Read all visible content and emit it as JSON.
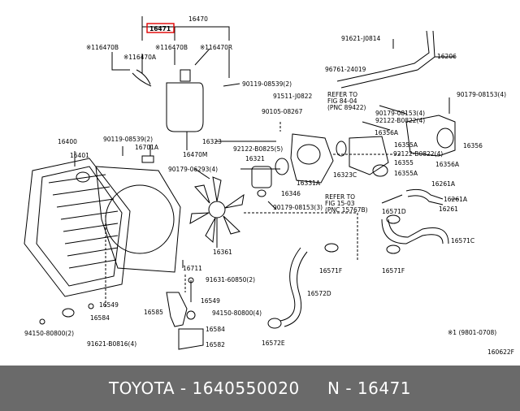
{
  "labels": {
    "p16470": "16470",
    "p16471": "16471",
    "p16470b": "※116470B",
    "p16470a_top": "※116470A",
    "p16470b_2": "※116470B",
    "p16470r": "※116470R",
    "p90119_08539_a": "90119-08539(2)",
    "p16470m": "16470M",
    "p91621_j0814": "91621-J0814",
    "p16206": "16206",
    "p96761_24019": "96761-24019",
    "p91511_j0822": "91511-J0822",
    "p90105_08267": "90105-08267",
    "refer1_a": "REFER TO",
    "refer1_b": "FIG 84-04",
    "refer1_c": "(PNC 89422)",
    "p90179_08153_a": "90179-08153(4)",
    "p92122_b0822_a": "92122-B0822(4)",
    "p90179_08153_b": "90179-08153(4)",
    "p16356a_1": "16356A",
    "p16356": "16356",
    "p16356a_2": "16356A",
    "p16355a_1": "16355A",
    "p92122_b0822_b": "92122-B0822(4)",
    "p16355": "16355",
    "p16355a_2": "16355A",
    "p16400": "16400",
    "p16401": "16401",
    "p90119_08539_b": "90119-08539(2)",
    "p16701a": "16701A",
    "p16323": "16323",
    "p92122_b0825": "92122-B0825(5)",
    "p16321": "16321",
    "p16331a": "16331A",
    "p16323c": "16323C",
    "p90179_06293": "90179-06293(4)",
    "p16346": "16346",
    "refer2_a": "REFER TO",
    "refer2_b": "FIG 15-03",
    "refer2_c": "(PNC 15767B)",
    "p90179_08153_c": "90179-08153(3)",
    "p16261a_1": "16261A",
    "p16261a_2": "16261A",
    "p16261": "16261",
    "p16571d": "16571D",
    "p16571c": "16571C",
    "p16571f_1": "16571F",
    "p16571f_2": "16571F",
    "p16361": "16361",
    "p16711": "16711",
    "p91631_60850": "91631-60850(2)",
    "p16549_1": "16549",
    "p16549_2": "16549",
    "p16584_1": "16584",
    "p16585": "16585",
    "p94150_80800_a": "94150-80800(4)",
    "p94150_80800_b": "94150-80800(2)",
    "p16584_2": "16584",
    "p91621_b0816": "91621-B0816(4)",
    "p16582": "16582",
    "p16572d": "16572D",
    "p16572e": "16572E",
    "footnote": "※1  (9801-0708)",
    "figcode": "160622F"
  },
  "highlight_color": "#e00000",
  "footer": {
    "text": "TOYOTA - 1640550020     N - 16471",
    "background": "#6a6a6a",
    "color": "#ffffff"
  }
}
